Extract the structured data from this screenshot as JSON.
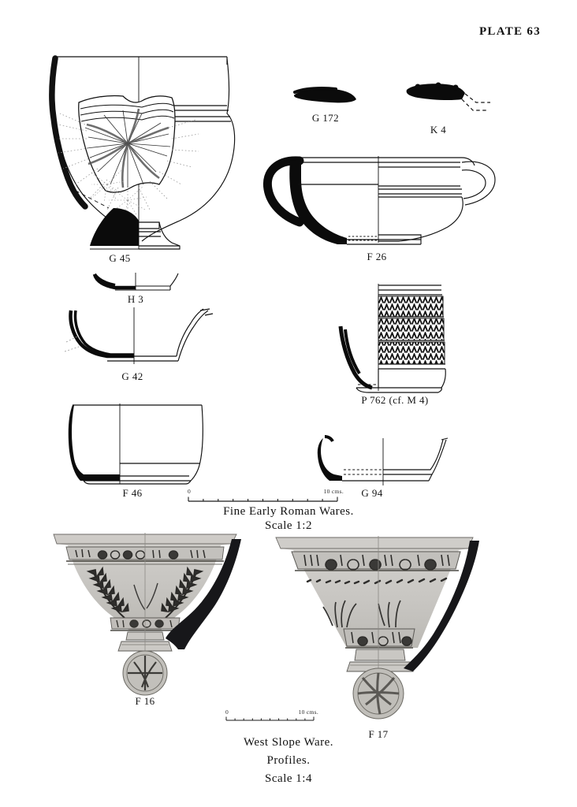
{
  "plate": {
    "title": "PLATE 63"
  },
  "figures": [
    {
      "id": "g45",
      "label": "G 45",
      "description": "pedestal goblet with incised rosette sherd"
    },
    {
      "id": "g172",
      "label": "G 172",
      "description": "black rim fragment profile"
    },
    {
      "id": "k4",
      "label": "K 4",
      "description": "black rim fragment with dashed reconstruction"
    },
    {
      "id": "f26",
      "label": "F 26",
      "description": "two-handled cup, half section half elevation"
    },
    {
      "id": "h3",
      "label": "H 3",
      "description": "small shallow base profile"
    },
    {
      "id": "g42",
      "label": "G 42",
      "description": "low bowl base profile"
    },
    {
      "id": "p762",
      "label": "P 762 (cf. M 4)",
      "description": "beaker with three rouletted chevron bands"
    },
    {
      "id": "f46",
      "label": "F 46",
      "description": "deep cup, left half solid black section"
    },
    {
      "id": "g94",
      "label": "G 94",
      "description": "shallow plate profile"
    },
    {
      "id": "f16",
      "label": "F 16",
      "description": "West Slope kantharos with laurel garland and foot medallion"
    },
    {
      "id": "f17",
      "label": "F 17",
      "description": "West Slope conical cup with rosette bands and foot medallion"
    }
  ],
  "scale_bars": [
    {
      "id": "scale-top",
      "start": "0",
      "end": "10 cms.",
      "divisions": 10
    },
    {
      "id": "scale-bottom",
      "start": "0",
      "end": "10 cms.",
      "divisions": 10
    }
  ],
  "captions": {
    "upper": {
      "line1": "Fine Early Roman Wares.",
      "line2": "Scale 1:2"
    },
    "lower": {
      "line1": "West Slope Ware.",
      "line2": "Profiles.",
      "line3": "Scale 1:4"
    }
  },
  "colors": {
    "ink": "#111111",
    "paper": "#ffffff",
    "wash_light": "#cbc9c5",
    "wash_mid": "#b5b3ae",
    "wash_dark": "#8d8b86",
    "paint": "#3a3a38"
  }
}
